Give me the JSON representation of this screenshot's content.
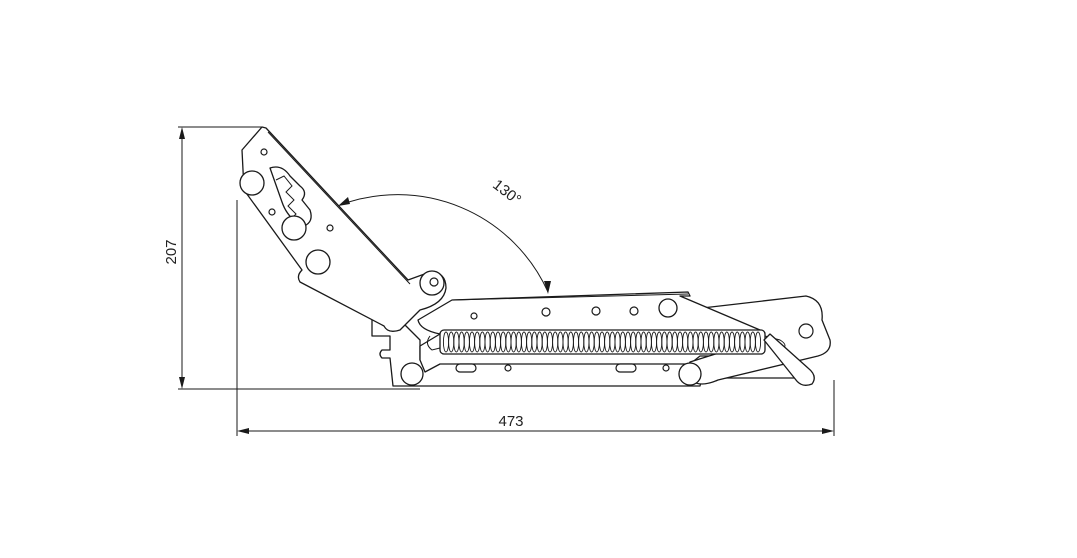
{
  "drawing": {
    "width_label": "473",
    "height_label": "207",
    "angle_label": "130°"
  },
  "colors": {
    "line": "#1a1a1a",
    "background": "#ffffff"
  }
}
